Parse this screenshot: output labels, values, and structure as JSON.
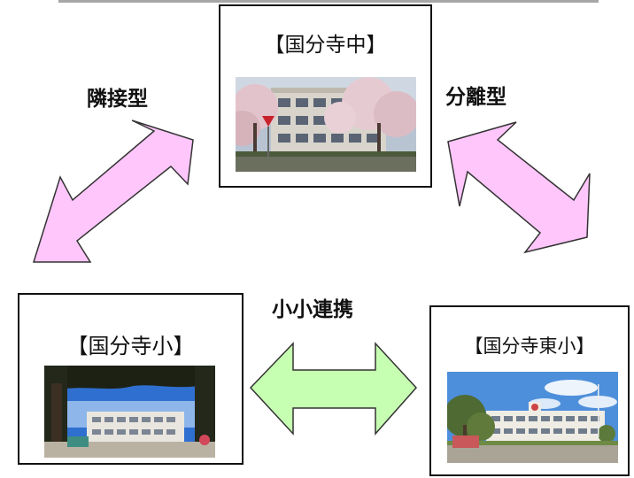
{
  "schools": {
    "middle": {
      "title": "【国分寺中】"
    },
    "elementary": {
      "title": "【国分寺小】"
    },
    "east_elementary": {
      "title": "【国分寺東小】"
    }
  },
  "relations": {
    "adjacent": {
      "label": "隣接型"
    },
    "separate": {
      "label": "分離型"
    },
    "elementary_link": {
      "label": "小小連携"
    }
  },
  "colors": {
    "diagonal_arrow_fill": "#ffc6fb",
    "horizontal_arrow_fill": "#c6ffb2",
    "arrow_stroke": "#333333",
    "box_border": "#111111",
    "top_rule": "#a6a6a6"
  }
}
